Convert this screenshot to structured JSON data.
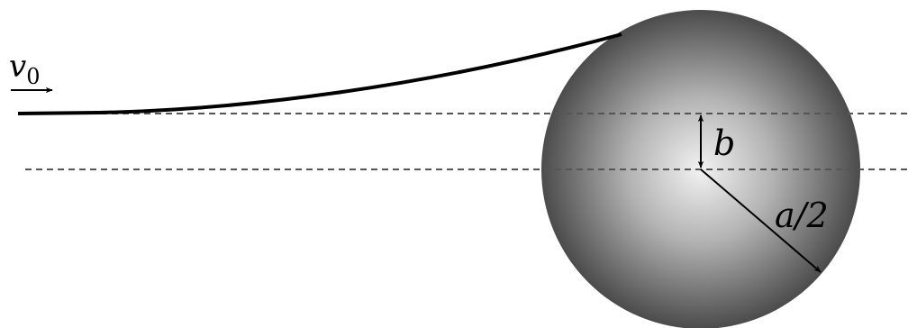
{
  "labels": {
    "velocity": "v",
    "velocity_subscript": "0",
    "impact_parameter": "b",
    "radius": "a/2"
  },
  "colors": {
    "ink": "#000000",
    "sphere_highlight": "#f2f2f2",
    "sphere_shadow": "#4a4a4a",
    "dashed_line": "#555555"
  }
}
